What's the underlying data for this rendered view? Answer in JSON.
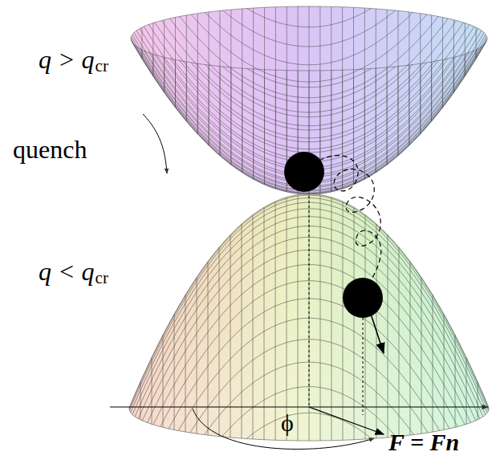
{
  "diagram": {
    "labels": [
      "q > q",
      "cr",
      "quench",
      "q < q",
      "cr",
      "ϕ",
      "F = Fn"
    ]
  }
}
